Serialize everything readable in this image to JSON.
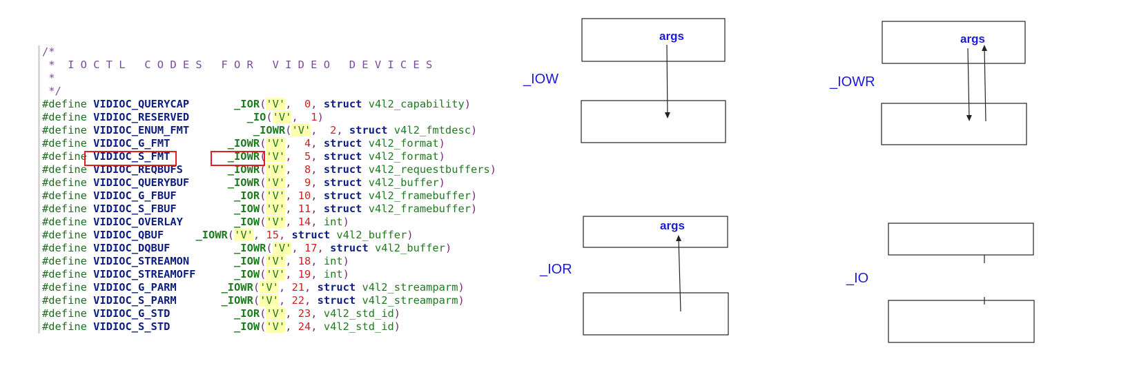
{
  "comment_lines": [
    "/*",
    " *  I O C T L   C O D E S   F O R   V I D E O   D E V I C E S",
    " *",
    " */"
  ],
  "defines": [
    {
      "pre": "#define",
      "name": "VIDIOC_QUERYCAP",
      "pad1": "       ",
      "macro": "_IOR",
      "ch": "'V'",
      "sep1": ",  ",
      "num": "0",
      "struct": "struct",
      "type": "v4l2_capability",
      "close": ")"
    },
    {
      "pre": "#define",
      "name": "VIDIOC_RESERVED",
      "pad1": "         ",
      "macro": "_IO",
      "ch": "'V'",
      "sep1": ",  ",
      "num": "1",
      "struct": "",
      "type": "",
      "close": ")"
    },
    {
      "pre": "#define",
      "name": "VIDIOC_ENUM_FMT",
      "pad1": "          ",
      "macro": "_IOWR",
      "ch": "'V'",
      "sep1": ",  ",
      "num": "2",
      "struct": "struct",
      "type": "v4l2_fmtdesc",
      "close": ")"
    },
    {
      "pre": "#define",
      "name": "VIDIOC_G_FMT",
      "pad1": "         ",
      "macro": "_IOWR",
      "ch": "'V'",
      "sep1": ",  ",
      "num": "4",
      "struct": "struct",
      "type": "v4l2_format",
      "close": ")"
    },
    {
      "pre": "#define",
      "name": "VIDIOC_S_FMT",
      "pad1": "         ",
      "macro": "_IOWR",
      "ch": "'V'",
      "sep1": ",  ",
      "num": "5",
      "struct": "struct",
      "type": "v4l2_format",
      "close": ")"
    },
    {
      "pre": "#define",
      "name": "VIDIOC_REQBUFS",
      "pad1": "       ",
      "macro": "_IOWR",
      "ch": "'V'",
      "sep1": ",  ",
      "num": "8",
      "struct": "struct",
      "type": "v4l2_requestbuffers",
      "close": ")"
    },
    {
      "pre": "#define",
      "name": "VIDIOC_QUERYBUF",
      "pad1": "      ",
      "macro": "_IOWR",
      "ch": "'V'",
      "sep1": ",  ",
      "num": "9",
      "struct": "struct",
      "type": "v4l2_buffer",
      "close": ")"
    },
    {
      "pre": "#define",
      "name": "VIDIOC_G_FBUF",
      "pad1": "         ",
      "macro": "_IOR",
      "ch": "'V'",
      "sep1": ", ",
      "num": "10",
      "struct": "struct",
      "type": "v4l2_framebuffer",
      "close": ")"
    },
    {
      "pre": "#define",
      "name": "VIDIOC_S_FBUF",
      "pad1": "         ",
      "macro": "_IOW",
      "ch": "'V'",
      "sep1": ", ",
      "num": "11",
      "struct": "struct",
      "type": "v4l2_framebuffer",
      "close": ")"
    },
    {
      "pre": "#define",
      "name": "VIDIOC_OVERLAY",
      "pad1": "        ",
      "macro": "_IOW",
      "ch": "'V'",
      "sep1": ", ",
      "num": "14",
      "struct": "",
      "type": "int",
      "close": ")"
    },
    {
      "pre": "#define",
      "name": "VIDIOC_QBUF",
      "pad1": "     ",
      "macro": "_IOWR",
      "ch": "'V'",
      "sep1": ", ",
      "num": "15",
      "struct": "struct",
      "type": "v4l2_buffer",
      "close": ")"
    },
    {
      "pre": "#define",
      "name": "VIDIOC_DQBUF",
      "pad1": "          ",
      "macro": "_IOWR",
      "ch": "'V'",
      "sep1": ", ",
      "num": "17",
      "struct": "struct",
      "type": "v4l2_buffer",
      "close": ")"
    },
    {
      "pre": "#define",
      "name": "VIDIOC_STREAMON",
      "pad1": "       ",
      "macro": "_IOW",
      "ch": "'V'",
      "sep1": ", ",
      "num": "18",
      "struct": "",
      "type": "int",
      "close": ")"
    },
    {
      "pre": "#define",
      "name": "VIDIOC_STREAMOFF",
      "pad1": "      ",
      "macro": "_IOW",
      "ch": "'V'",
      "sep1": ", ",
      "num": "19",
      "struct": "",
      "type": "int",
      "close": ")"
    },
    {
      "pre": "#define",
      "name": "VIDIOC_G_PARM",
      "pad1": "       ",
      "macro": "_IOWR",
      "ch": "'V'",
      "sep1": ", ",
      "num": "21",
      "struct": "struct",
      "type": "v4l2_streamparm",
      "close": ")"
    },
    {
      "pre": "#define",
      "name": "VIDIOC_S_PARM",
      "pad1": "       ",
      "macro": "_IOWR",
      "ch": "'V'",
      "sep1": ", ",
      "num": "22",
      "struct": "struct",
      "type": "v4l2_streamparm",
      "close": ")"
    },
    {
      "pre": "#define",
      "name": "VIDIOC_G_STD",
      "pad1": "          ",
      "macro": "_IOR",
      "ch": "'V'",
      "sep1": ", ",
      "num": "23",
      "struct": "",
      "type": "v4l2_std_id",
      "close": ")"
    },
    {
      "pre": "#define",
      "name": "VIDIOC_S_STD",
      "pad1": "          ",
      "macro": "_IOW",
      "ch": "'V'",
      "sep1": ", ",
      "num": "24",
      "struct": "",
      "type": "v4l2_std_id",
      "close": ")"
    }
  ],
  "highlighted_define": "VIDIOC_S_FMT",
  "diagrams": {
    "iow": {
      "label": "_IOW",
      "arg_label": "args",
      "direction": "down"
    },
    "iowr": {
      "label": "_IOWR",
      "arg_label": "args",
      "direction": "both"
    },
    "ior": {
      "label": "_IOR",
      "arg_label": "args",
      "direction": "up"
    },
    "io": {
      "label": "_IO",
      "direction": "none"
    }
  },
  "colors": {
    "label_blue": "#1a1ad8",
    "highlight_red": "#e02020"
  }
}
